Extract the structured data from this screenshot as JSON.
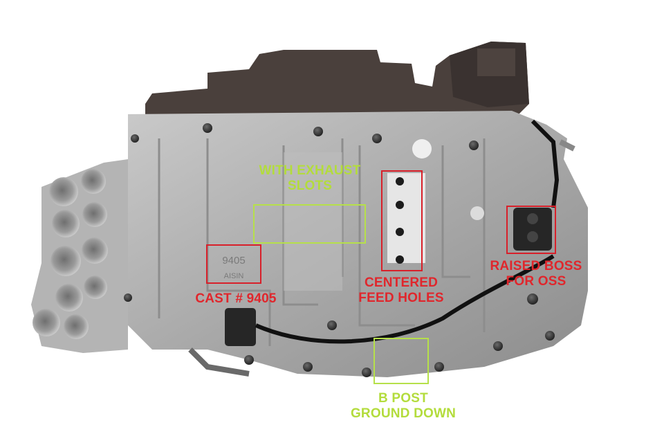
{
  "image": {
    "subject": "transmission valve body",
    "casting_text": [
      "9405",
      "AISIN"
    ]
  },
  "annotations": {
    "exhaust_slots": {
      "line1": "WITH EXHAUST",
      "line2": "SLOTS",
      "color": "#b3dc3c"
    },
    "cast_number": {
      "text": "CAST # 9405",
      "color": "#e0262c"
    },
    "feed_holes": {
      "line1": "CENTERED",
      "line2": "FEED HOLES",
      "color": "#e0262c"
    },
    "oss_boss": {
      "line1": "RAISED BOSS",
      "line2": "FOR OSS",
      "color": "#e0262c"
    },
    "b_post": {
      "line1": "B POST",
      "line2": "GROUND DOWN",
      "color": "#b3dc3c"
    }
  }
}
